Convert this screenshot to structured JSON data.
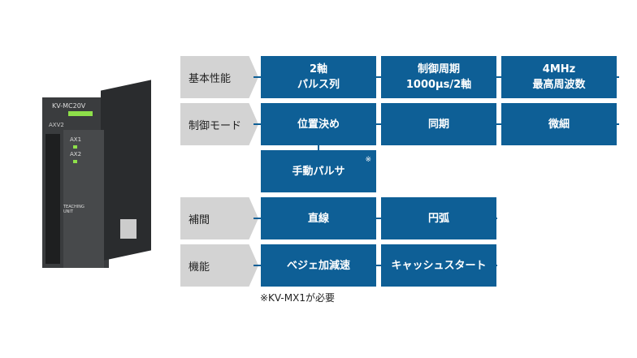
{
  "product": {
    "model": "KV-MC20V",
    "connector": "AXV2",
    "leds": [
      "AX1",
      "AX2"
    ],
    "port": "TEACHING UNIT"
  },
  "rows": [
    {
      "label": "基本性能",
      "items": [
        [
          "2軸",
          "パルス列"
        ],
        [
          "制御周期",
          "1000μs/2軸"
        ],
        [
          "4MHz",
          "最高周波数"
        ]
      ]
    },
    {
      "label": "制御モード",
      "items": [
        [
          "位置決め"
        ],
        [
          "同期"
        ],
        [
          "微細"
        ]
      ]
    },
    {
      "label": "",
      "items": [
        [
          "手動パルサ"
        ]
      ],
      "mark": "※"
    },
    {
      "label": "補間",
      "items": [
        [
          "直線"
        ],
        [
          "円弧"
        ]
      ]
    },
    {
      "label": "機能",
      "items": [
        [
          "ベジェ加減速"
        ],
        [
          "キャッシュスタート"
        ]
      ]
    }
  ],
  "note": "※KV-MX1が必要",
  "colors": {
    "accent": "#0e5f96",
    "label_bg": "#d3d3d3"
  }
}
